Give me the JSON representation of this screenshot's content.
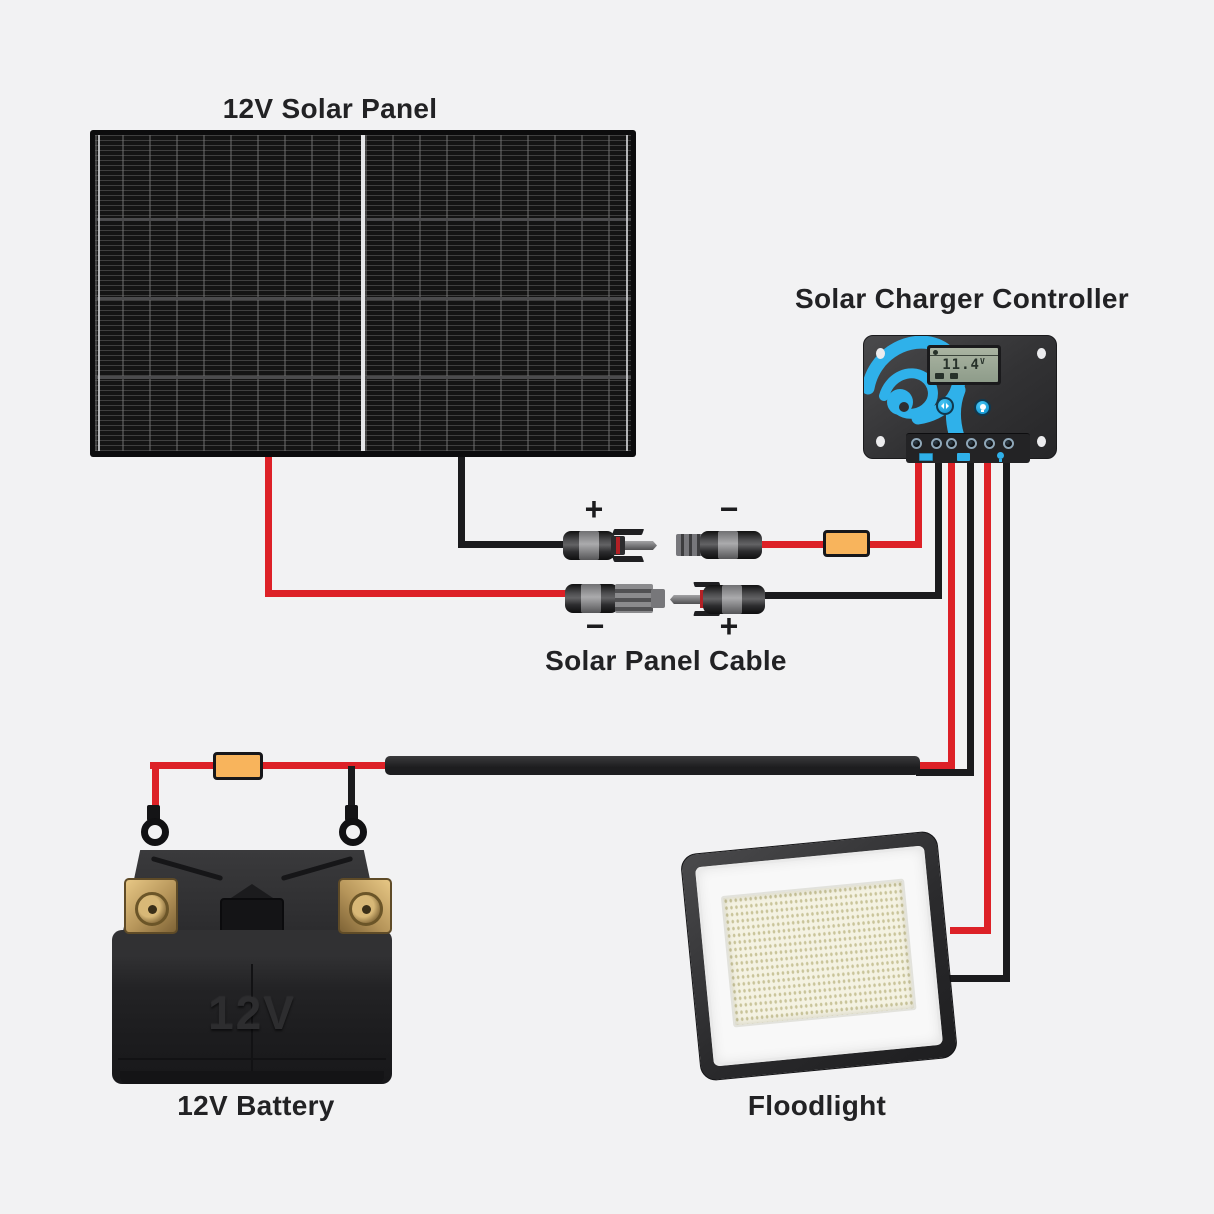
{
  "colors": {
    "bg": "#f2f2f3",
    "red": "#dd2127",
    "blk": "#1b1b1d",
    "fuse": "#f8b45c",
    "blue": "#2fb1ea"
  },
  "labels": {
    "solar_panel": "12V Solar Panel",
    "controller": "Solar Charger Controller",
    "cable": "Solar Panel Cable",
    "battery": "12V Battery",
    "floodlight": "Floodlight"
  },
  "cable_marks": {
    "top_left": "+",
    "top_right": "−",
    "bottom_left": "−",
    "bottom_right": "+"
  },
  "controller": {
    "display_value": "11.4",
    "display_unit": "V",
    "terminal_count": "6",
    "button_icons": [
      "arrows-icon",
      "bulb-icon"
    ],
    "terminal_icons": [
      "solar-panel-icon",
      "battery-icon",
      "bulb-icon"
    ]
  },
  "battery": {
    "embossed": "12V"
  }
}
